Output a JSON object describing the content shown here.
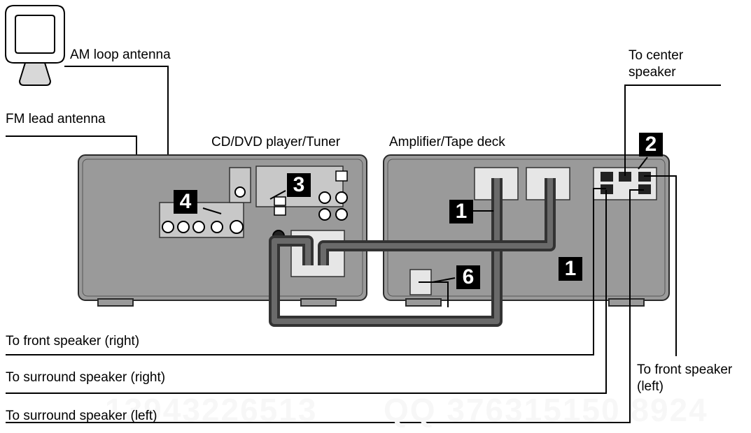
{
  "labels": {
    "am_antenna": "AM loop antenna",
    "fm_antenna": "FM lead antenna",
    "center_speaker": "To center\nspeaker",
    "cd_unit": "CD/DVD player/Tuner",
    "amp_unit": "Amplifier/Tape deck",
    "front_right": "To front speaker (right)",
    "surround_right": "To surround speaker (right)",
    "surround_left": "To surround speaker (left)",
    "front_left": "To front speaker\n(left)"
  },
  "badges": {
    "b1a": "1",
    "b1b": "1",
    "b2": "2",
    "b3": "3",
    "b4": "4",
    "b6": "6"
  },
  "watermark": {
    "left": "13943226513",
    "right": "QQ  376315150  8924"
  },
  "colors": {
    "chassis": "#9a9a9a",
    "chassis_edge": "#2a2a2a",
    "cable": "#5a5a5a",
    "badge": "#000000"
  }
}
